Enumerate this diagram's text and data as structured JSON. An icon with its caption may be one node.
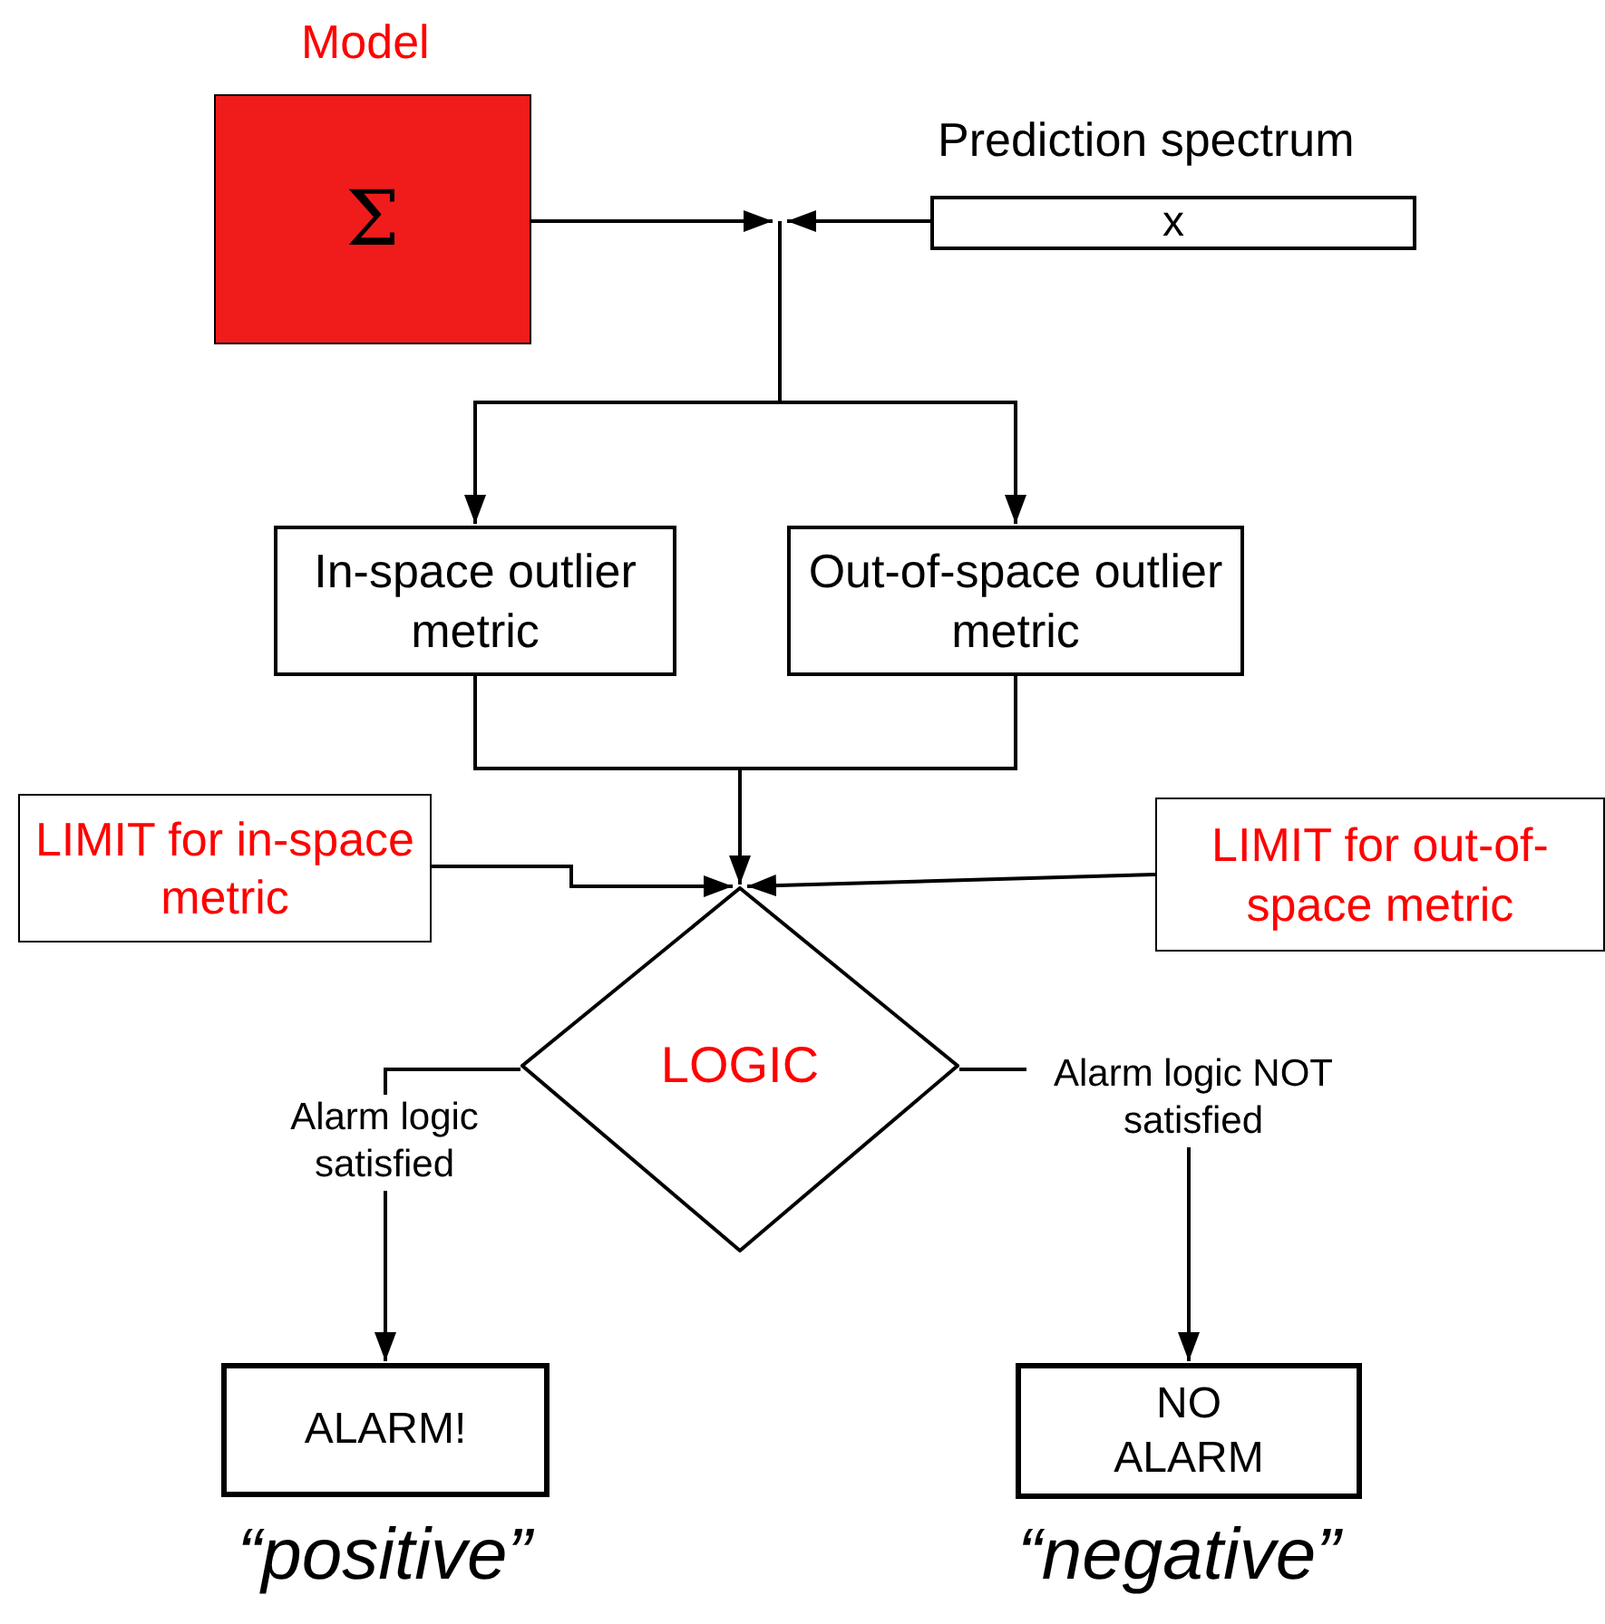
{
  "diagram": {
    "nodes": [
      {
        "text": [
          "Model",
          "Σ"
        ]
      },
      {
        "text": [
          "Prediction spectrum",
          "x"
        ]
      },
      {
        "text": [
          "In-space outlier metric"
        ]
      },
      {
        "text": [
          "Out-of-space outlier metric"
        ]
      },
      {
        "text": [
          "LIMIT for in-space metric"
        ]
      },
      {
        "text": [
          "LIMIT for out-of-space metric"
        ]
      },
      {
        "text": [
          "LOGIC"
        ]
      },
      {
        "text": [
          "ALARM!"
        ],
        "beside": [
          "“positive”"
        ]
      },
      {
        "text": [
          "NO ALARM"
        ],
        "beside": [
          "“negative”"
        ]
      }
    ],
    "edges": [
      {
        "from": 0,
        "to": 2,
        "arrow": "to"
      },
      {
        "from": 0,
        "to": 3,
        "arrow": "to"
      },
      {
        "from": 1,
        "to": 2,
        "arrow": "to"
      },
      {
        "from": 1,
        "to": 3,
        "arrow": "to"
      },
      {
        "from": 2,
        "to": 6,
        "arrow": "to"
      },
      {
        "from": 3,
        "to": 6,
        "arrow": "to"
      },
      {
        "from": 4,
        "to": 6,
        "arrow": "to"
      },
      {
        "from": 5,
        "to": 6,
        "arrow": "to"
      },
      {
        "from": 6,
        "to": 7,
        "arrow": "to",
        "label": "Alarm logic satisfied"
      },
      {
        "from": 6,
        "to": 8,
        "arrow": "to",
        "label": "Alarm logic NOT satisfied"
      }
    ]
  }
}
